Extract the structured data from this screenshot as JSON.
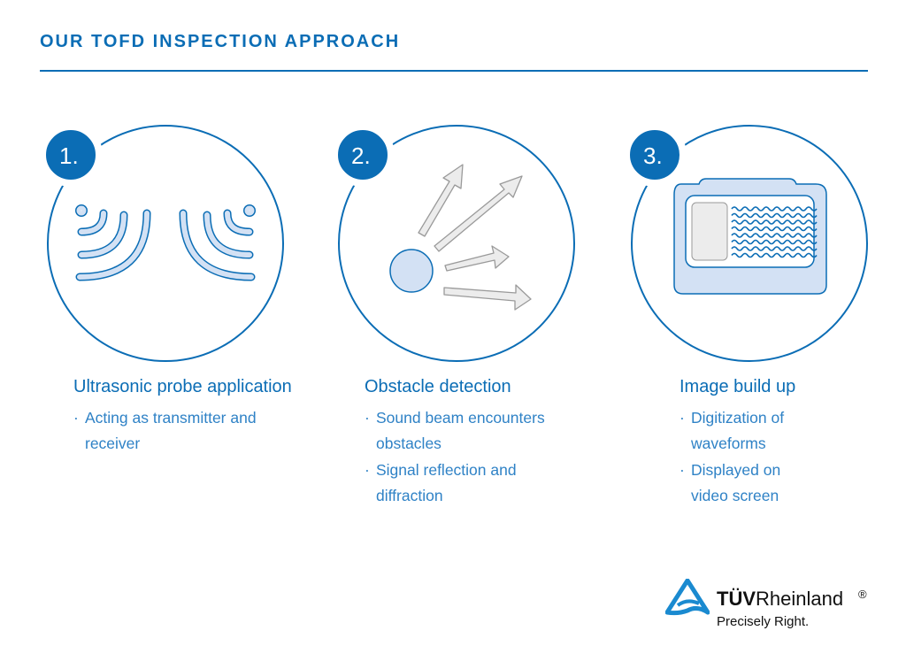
{
  "header": {
    "title": "OUR TOFD INSPECTION APPROACH"
  },
  "colors": {
    "accent": "#0b6db5",
    "fill": "#d3e1f4",
    "bullet": "#2f82c6"
  },
  "steps": [
    {
      "number": "1.",
      "icon": "ultrasonic-waves-icon",
      "title": "Ultrasonic probe application",
      "bullets": [
        "Acting as transmitter and receiver"
      ]
    },
    {
      "number": "2.",
      "icon": "obstacle-reflection-icon",
      "title": "Obstacle detection",
      "bullets": [
        "Sound beam encounters obstacles",
        "Signal reflection and diffraction"
      ]
    },
    {
      "number": "3.",
      "icon": "video-screen-waveform-icon",
      "title": "Image build up",
      "bullets": [
        "Digitization of waveforms",
        "Displayed on video screen"
      ]
    }
  ],
  "logo": {
    "brand_bold": "TÜV",
    "brand_rest": "Rheinland",
    "registered": "®",
    "slogan": "Precisely Right."
  }
}
